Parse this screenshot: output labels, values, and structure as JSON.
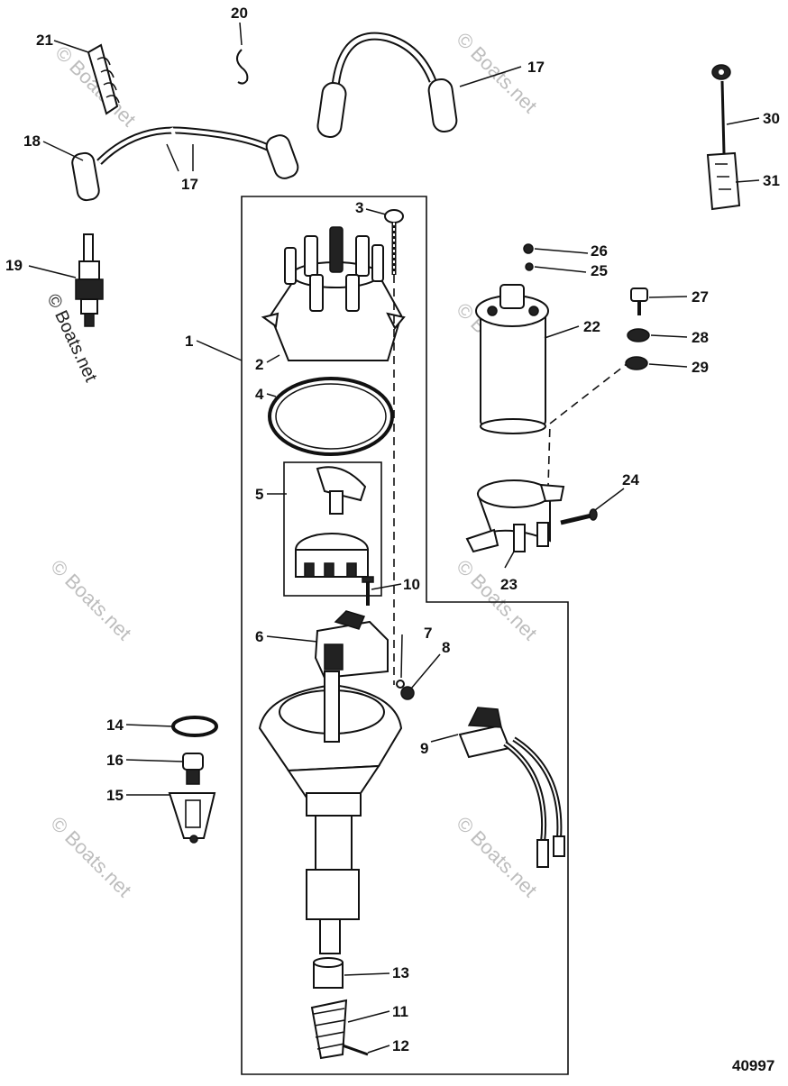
{
  "diagram_number": "40997",
  "watermark": "© Boats.net",
  "callouts": {
    "c1": "1",
    "c2": "2",
    "c3": "3",
    "c4": "4",
    "c5": "5",
    "c6": "6",
    "c7": "7",
    "c8": "8",
    "c9": "9",
    "c10": "10",
    "c11": "11",
    "c12": "12",
    "c13": "13",
    "c14": "14",
    "c15": "15",
    "c16": "16",
    "c17a": "17",
    "c17b": "17",
    "c18": "18",
    "c19": "19",
    "c20": "20",
    "c21": "21",
    "c22": "22",
    "c23": "23",
    "c24": "24",
    "c25": "25",
    "c26": "26",
    "c27": "27",
    "c28": "28",
    "c29": "29",
    "c30": "30",
    "c31": "31"
  }
}
